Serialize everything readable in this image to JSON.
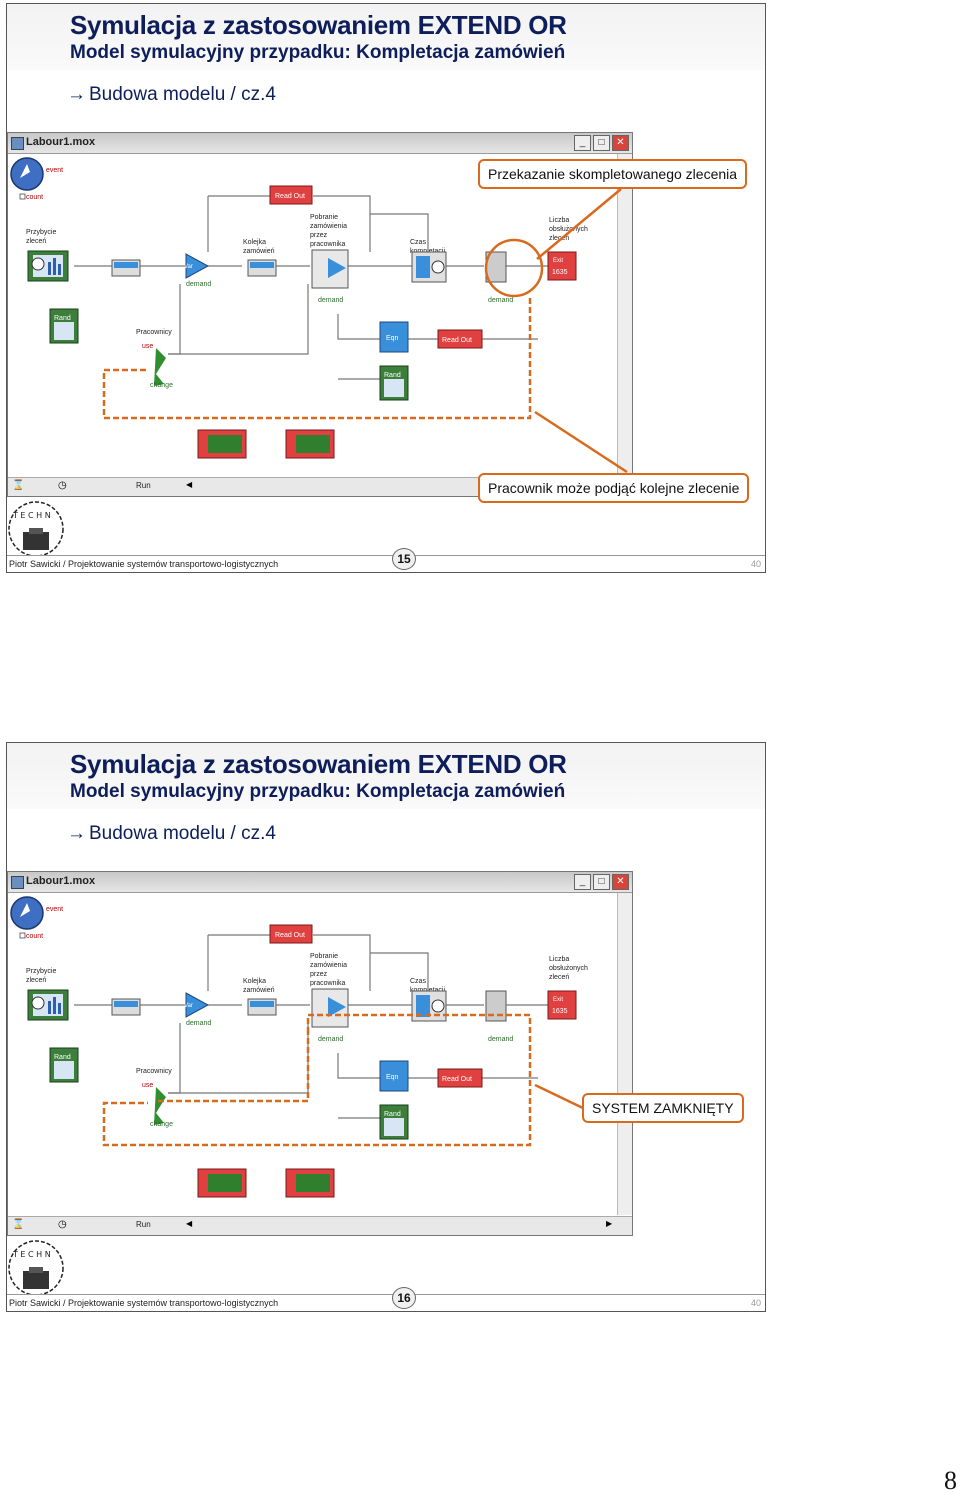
{
  "slides": [
    {
      "title": "Symulacja z zastosowaniem EXTEND OR",
      "subtitle": "Model symulacyjny przypadku: Kompletacja zamówień",
      "bullet": "Budowa modelu / cz.4",
      "window_title": "Labour1.mox",
      "run_label": "Run",
      "callouts": [
        "Przekazanie skompletowanego zlecenia",
        "Pracownik może podjąć kolejne zlecenie"
      ],
      "footer": "Piotr Sawicki /  Projektowanie systemów transportowo-logistycznych",
      "slide_number": "15",
      "page_count": "40"
    },
    {
      "title": "Symulacja z zastosowaniem EXTEND OR",
      "subtitle": "Model symulacyjny przypadku: Kompletacja zamówień",
      "bullet": "Budowa modelu / cz.4",
      "window_title": "Labour1.mox",
      "run_label": "Run",
      "callouts": [
        "SYSTEM ZAMKNIĘTY"
      ],
      "footer": "Piotr Sawicki /  Projektowanie systemów transportowo-logistycznych",
      "slide_number": "16",
      "page_count": "40"
    }
  ],
  "model_labels": {
    "event": "event",
    "count": "count",
    "przybycie": "Przybycie zleceń",
    "kolejka": "Kolejka zamówień",
    "pobranie": "Pobranie zamówienia przez pracownika",
    "czas": "Czas kompletacji",
    "liczba": "Liczba obsłużonych zleceń",
    "pracownicy": "Pracownicy",
    "readout": "Read Out",
    "exit": "Exit",
    "exit_value": "1635",
    "rand": "Rand",
    "eqn": "Eqn",
    "var": "Var",
    "demand": "demand",
    "change": "change",
    "use": "use"
  },
  "page_number": "8",
  "colors": {
    "title": "#0d1e5b",
    "callout_border": "#d86a1d",
    "flow_line": "#d86a1d"
  }
}
